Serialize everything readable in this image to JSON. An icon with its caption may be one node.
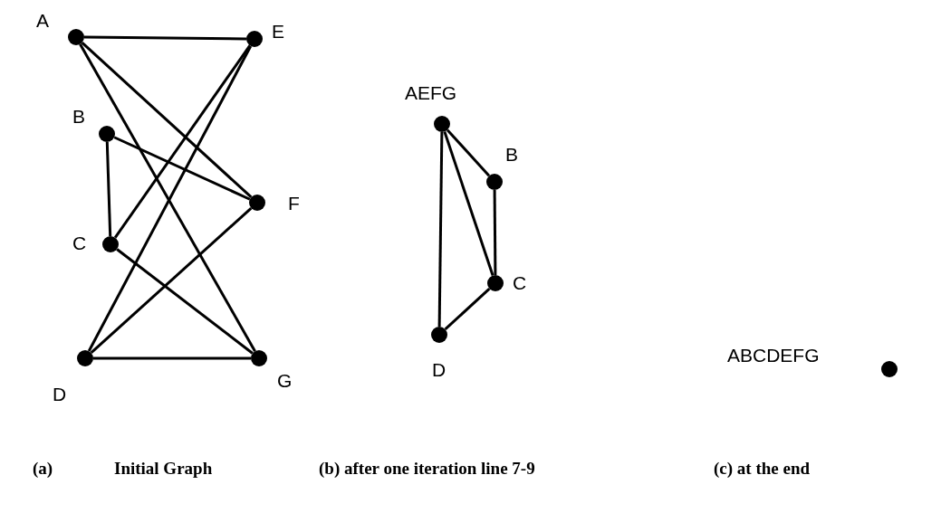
{
  "diagram": {
    "nodes": [
      {
        "text": [],
        "shape": "circle",
        "beside": [
          "A"
        ]
      },
      {
        "text": [],
        "shape": "circle",
        "beside": [
          "E"
        ]
      },
      {
        "text": [],
        "shape": "circle",
        "beside": [
          "B"
        ]
      },
      {
        "text": [],
        "shape": "circle",
        "beside": [
          "F"
        ]
      },
      {
        "text": [],
        "shape": "circle",
        "beside": [
          "C"
        ]
      },
      {
        "text": [],
        "shape": "circle",
        "beside": [
          "D"
        ]
      },
      {
        "text": [],
        "shape": "circle",
        "beside": [
          "G"
        ]
      },
      {
        "text": [],
        "shape": "circle",
        "beside": [
          "AEFG"
        ]
      },
      {
        "text": [],
        "shape": "circle",
        "beside": [
          "B"
        ]
      },
      {
        "text": [],
        "shape": "circle",
        "beside": [
          "C"
        ]
      },
      {
        "text": [],
        "shape": "circle",
        "beside": [
          "D"
        ]
      },
      {
        "text": [],
        "shape": "circle",
        "beside": [
          "ABCDEFG"
        ]
      }
    ],
    "edges": [
      {
        "from": 0,
        "to": 1,
        "arrow": "none"
      },
      {
        "from": 0,
        "to": 3,
        "arrow": "none"
      },
      {
        "from": 0,
        "to": 6,
        "arrow": "none"
      },
      {
        "from": 2,
        "to": 4,
        "arrow": "none"
      },
      {
        "from": 2,
        "to": 3,
        "arrow": "none"
      },
      {
        "from": 4,
        "to": 1,
        "arrow": "none"
      },
      {
        "from": 4,
        "to": 6,
        "arrow": "none"
      },
      {
        "from": 5,
        "to": 1,
        "arrow": "none"
      },
      {
        "from": 5,
        "to": 3,
        "arrow": "none"
      },
      {
        "from": 5,
        "to": 6,
        "arrow": "none"
      },
      {
        "from": 7,
        "to": 8,
        "arrow": "none"
      },
      {
        "from": 7,
        "to": 9,
        "arrow": "none"
      },
      {
        "from": 7,
        "to": 10,
        "arrow": "none"
      },
      {
        "from": 8,
        "to": 9,
        "arrow": "none"
      },
      {
        "from": 9,
        "to": 10,
        "arrow": "none"
      }
    ],
    "labels": [
      "(a)",
      "Initial Graph",
      "(b) after one iteration line 7-9",
      "(c) at the end"
    ]
  }
}
